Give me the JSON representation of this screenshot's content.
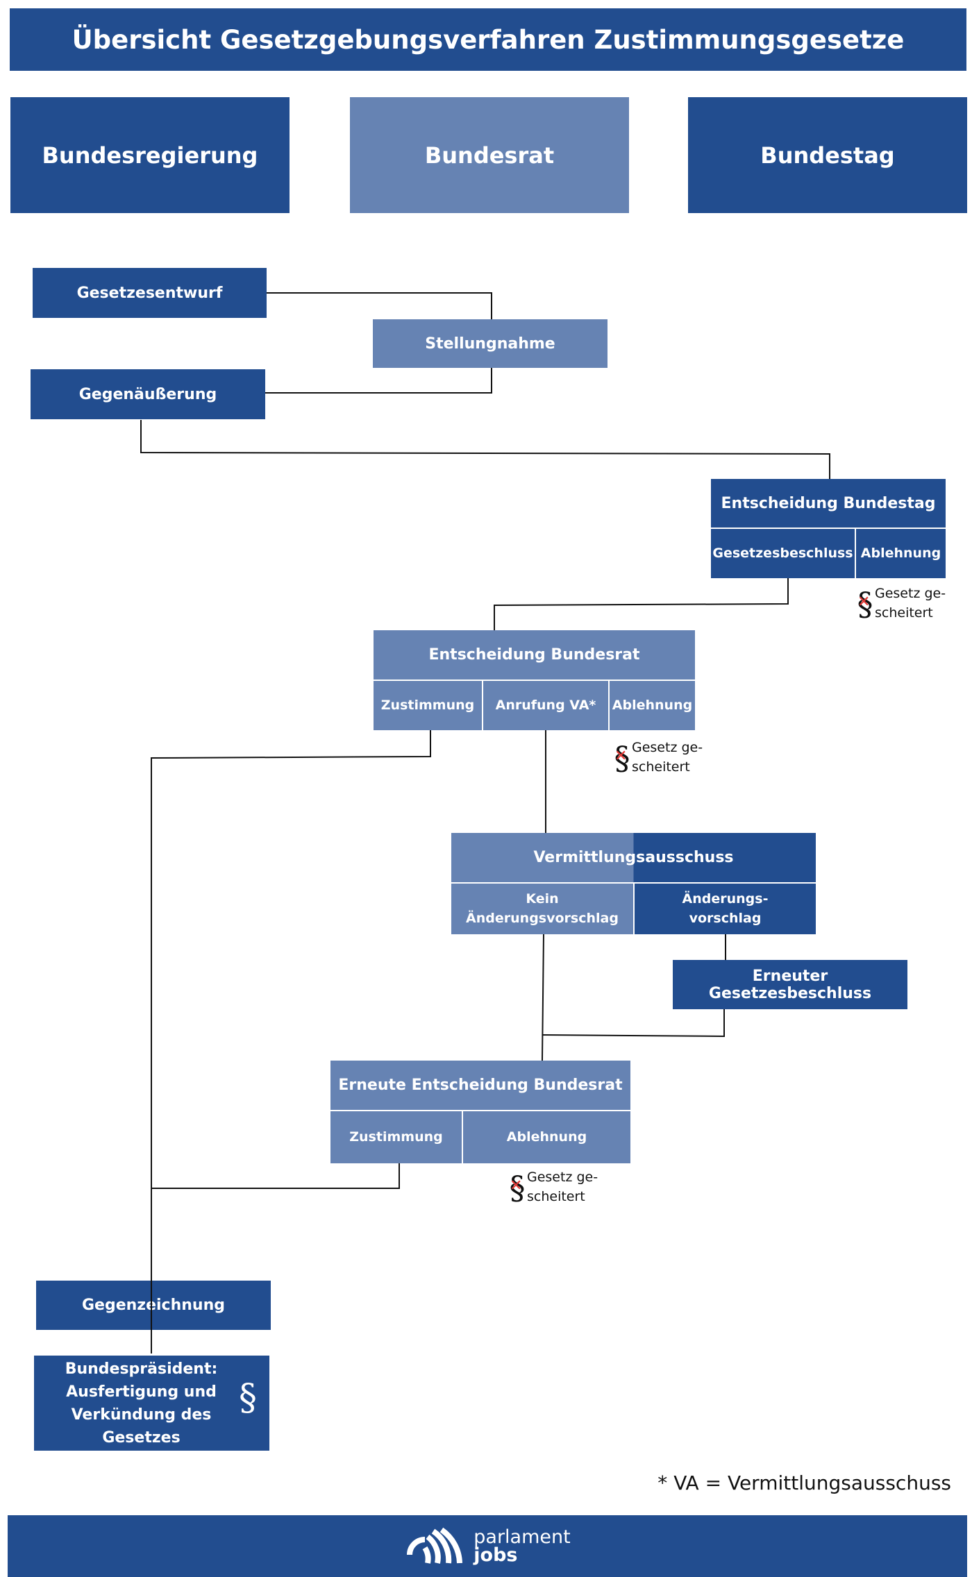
{
  "title": "Übersicht Gesetzgebungsverfahren Zustimmungsgesetze",
  "columns": {
    "government": "Bundesregierung",
    "bundesrat": "Bundesrat",
    "bundestag": "Bundestag"
  },
  "steps": {
    "draft": "Gesetzesentwurf",
    "statement": "Stellungnahme",
    "counter": "Gegenäußerung",
    "bt_decision": {
      "title": "Entscheidung Bundestag",
      "passed": "Gesetzesbeschluss",
      "rejected": "Ablehnung"
    },
    "br_decision": {
      "title": "Entscheidung Bundesrat",
      "consent": "Zustimmung",
      "mediation": "Anrufung VA*",
      "rejected": "Ablehnung"
    },
    "mediation": {
      "title": "Vermittlungsausschuss",
      "no_change_1": "Kein",
      "no_change_2": "Änderungsvorschlag",
      "change_1": "Änderungs-",
      "change_2": "vorschlag"
    },
    "renewed_bt": "Erneuter Gesetzesbeschluss",
    "renewed_br": {
      "title": "Erneute Entscheidung Bundesrat",
      "consent": "Zustimmung",
      "rejected": "Ablehnung"
    },
    "countersign": "Gegenzeichnung",
    "president": {
      "line1": "Bundespräsident:",
      "line2": "Ausfertigung und",
      "line3": "Verkündung des Gesetzes"
    }
  },
  "failed": {
    "line1": "Gesetz ge-",
    "line2": "scheitert"
  },
  "footnote": "* VA = Vermittlungsausschuss",
  "brand": {
    "line1": "parlament",
    "line2": "jobs"
  },
  "colors": {
    "dark_blue": "#224d8f",
    "light_blue": "#6683b3",
    "fail_red": "#e53935"
  }
}
